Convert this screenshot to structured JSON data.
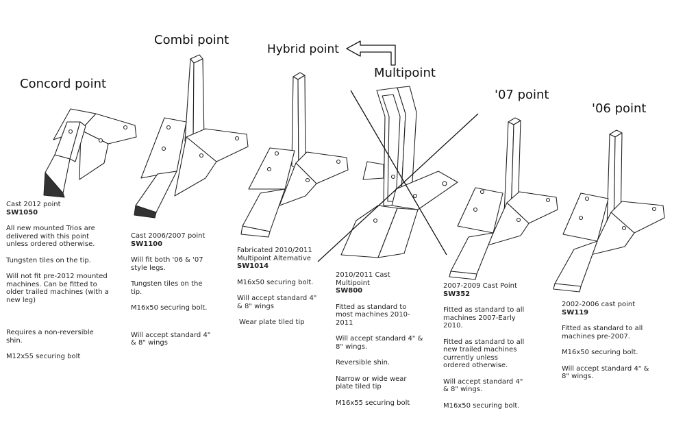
{
  "headings": {
    "concord": "Concord point",
    "combi": "Combi point",
    "hybrid": "Hybrid point",
    "multipoint": "Multipoint",
    "p07": "'07 point",
    "p06": "'06 point"
  },
  "parts": [
    {
      "title": "Cast 2012 point",
      "code": "SW1050",
      "notes": [
        "All new mounted Trios are delivered with this point unless ordered otherwise.",
        "Tungsten tiles on the tip.",
        "Will not fit pre-2012 mounted machines. Can be fitted to older trailed machines (with a new leg)",
        "Requires a non-reversible shin.",
        "M12x55 securing bolt"
      ]
    },
    {
      "title": "Cast 2006/2007 point",
      "code": "SW1100",
      "notes": [
        "Will fit both '06 & '07 style legs.",
        "Tungsten tiles on the tip.",
        "M16x50 securing bolt.",
        "Will accept standard 4\" & 8\" wings"
      ]
    },
    {
      "title": "Fabricated 2010/2011 Multipoint Alternative",
      "code": "SW1014",
      "notes": [
        "M16x50 securing bolt.",
        "Will accept standard 4\" & 8\" wings",
        "Wear plate tiled tip"
      ]
    },
    {
      "title": "2010/2011 Cast Multipoint",
      "code": "SW800",
      "notes": [
        "Fitted as standard to most machines 2010-2011",
        "Will accept standard 4\" & 8\" wings.",
        "Reversible shin.",
        "Narrow or wide wear plate tiled tip",
        "M16x55 securing bolt"
      ]
    },
    {
      "title": "2007-2009 Cast Point",
      "code": "SW352",
      "notes": [
        "Fitted as standard to all machines 2007-Early 2010.",
        "Fitted as standard to all new trailed machines currently unless ordered otherwise.",
        "Will accept standard 4\" & 8\" wings.",
        "M16x50 securing bolt."
      ]
    },
    {
      "title": "2002-2006 cast point",
      "code": "SW119",
      "notes": [
        "Fitted as standard to all machines pre-2007.",
        "M16x50 securing bolt.",
        "Will accept standard 4\" & 8\" wings."
      ]
    }
  ]
}
